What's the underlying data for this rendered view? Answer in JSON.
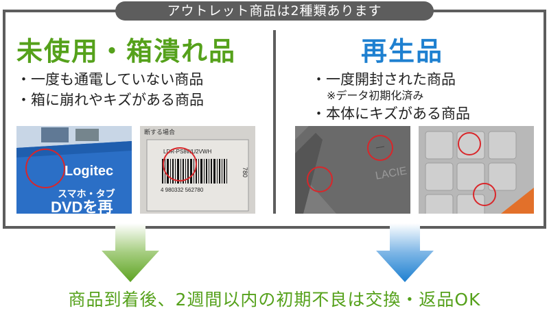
{
  "header": {
    "title": "アウトレット商品は2種類あります"
  },
  "left": {
    "title": "未使用・箱潰れ品",
    "bullets": [
      "・一度も通電していない商品",
      "・箱に崩れやキズがある商品"
    ],
    "photo1": {
      "brand": "Logitec",
      "line1": "スマホ・タブ",
      "line2": "DVDを再"
    },
    "photo2": {
      "model": "LDR-PS8WU2VWH",
      "code": "780",
      "barcode_number": "4 980332 562780",
      "top_text": "断する場合"
    }
  },
  "right": {
    "title": "再生品",
    "bullets": [
      "・一度開封された商品",
      "・本体にキズがある商品"
    ],
    "note": "※データ初期化済み",
    "photo1": {
      "brand": "LACIE"
    }
  },
  "footer": {
    "text": "商品到着後、2週間以内の初期不良は交換・返品OK"
  },
  "colors": {
    "green": "#55a11b",
    "blue": "#1e80d0",
    "gray": "#5d5d5d"
  }
}
